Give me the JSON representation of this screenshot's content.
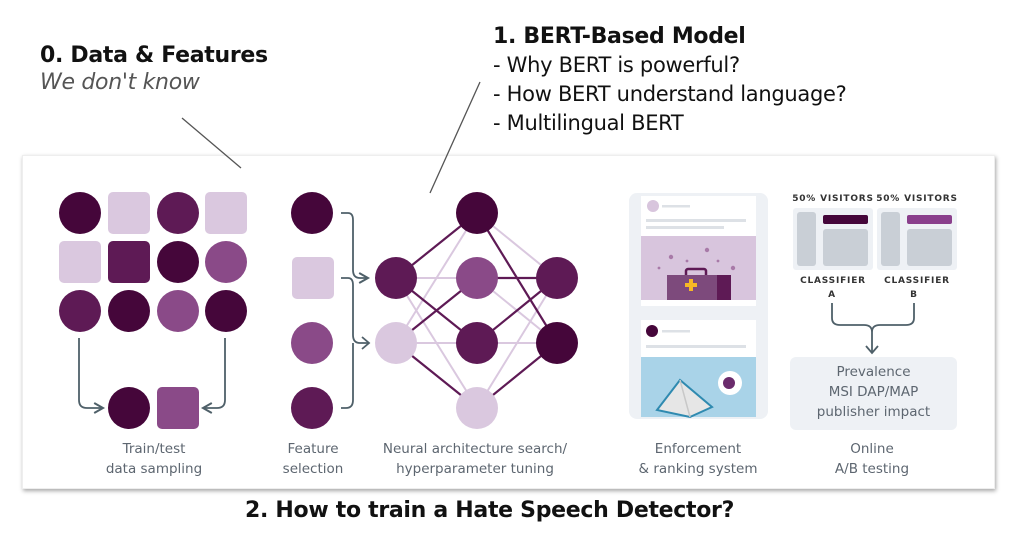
{
  "annotations": {
    "data_features": {
      "title": "0. Data & Features",
      "subtitle": "We don't know"
    },
    "bert_model": {
      "title": "1. BERT-Based Model",
      "bullets": [
        "- Why BERT is powerful?",
        "- How BERT understand language?",
        "- Multilingual BERT"
      ]
    },
    "training_question": "2. How to train a Hate Speech Detector?"
  },
  "pipeline": {
    "colors": {
      "darkest": "#45063a",
      "dark": "#5e1a55",
      "medium": "#8a4a88",
      "light": "#dac8df",
      "arrow": "#4f6069",
      "panel": "#eef1f5",
      "panel_gray": "#c9cfd6",
      "sky": "#a9d3e8",
      "lilac_bg": "#d8c5dd",
      "yellow": "#f6b825"
    },
    "stages": [
      {
        "id": "sampling",
        "caption_lines": [
          "Train/test",
          "data sampling"
        ]
      },
      {
        "id": "feature_selection",
        "caption_lines": [
          "Feature",
          "selection"
        ]
      },
      {
        "id": "nas",
        "caption_lines": [
          "Neural architecture search/",
          "hyperparameter tuning"
        ]
      },
      {
        "id": "enforcement",
        "caption_lines": [
          "Enforcement",
          "& ranking system"
        ]
      },
      {
        "id": "ab_testing",
        "caption_lines": [
          "Online",
          "A/B testing"
        ]
      }
    ],
    "ab_test": {
      "variants": [
        {
          "traffic_label": "50% VISITORS",
          "classifier_label": "CLASSIFIER",
          "classifier_id": "A",
          "bar_color": "#45063a"
        },
        {
          "traffic_label": "50% VISITORS",
          "classifier_label": "CLASSIFIER",
          "classifier_id": "B",
          "bar_color": "#8a3f8c"
        }
      ],
      "metrics_lines": [
        "Prevalence",
        "MSI DAP/MAP",
        "publisher impact"
      ]
    }
  }
}
